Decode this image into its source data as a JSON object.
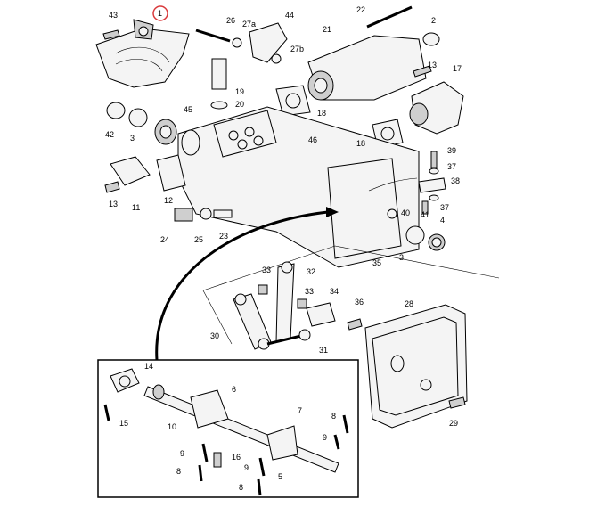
{
  "labels": [
    {
      "id": "43",
      "text": "43"
    },
    {
      "id": "1",
      "text": "1"
    },
    {
      "id": "26",
      "text": "26"
    },
    {
      "id": "27a",
      "text": "27a"
    },
    {
      "id": "44",
      "text": "44"
    },
    {
      "id": "27b",
      "text": "27b"
    },
    {
      "id": "22",
      "text": "22"
    },
    {
      "id": "2",
      "text": "2"
    },
    {
      "id": "21",
      "text": "21"
    },
    {
      "id": "13a",
      "text": "13"
    },
    {
      "id": "17",
      "text": "17"
    },
    {
      "id": "19",
      "text": "19"
    },
    {
      "id": "20",
      "text": "20"
    },
    {
      "id": "45",
      "text": "45"
    },
    {
      "id": "18a",
      "text": "18"
    },
    {
      "id": "42",
      "text": "42"
    },
    {
      "id": "3a",
      "text": "3"
    },
    {
      "id": "46",
      "text": "46"
    },
    {
      "id": "18b",
      "text": "18"
    },
    {
      "id": "39",
      "text": "39"
    },
    {
      "id": "37a",
      "text": "37"
    },
    {
      "id": "38",
      "text": "38"
    },
    {
      "id": "37b",
      "text": "37"
    },
    {
      "id": "41",
      "text": "41"
    },
    {
      "id": "40",
      "text": "40"
    },
    {
      "id": "4",
      "text": "4"
    },
    {
      "id": "13b",
      "text": "13"
    },
    {
      "id": "11",
      "text": "11"
    },
    {
      "id": "12",
      "text": "12"
    },
    {
      "id": "24",
      "text": "24"
    },
    {
      "id": "25",
      "text": "25"
    },
    {
      "id": "23",
      "text": "23"
    },
    {
      "id": "35",
      "text": "35"
    },
    {
      "id": "3b",
      "text": "3"
    },
    {
      "id": "33a",
      "text": "33"
    },
    {
      "id": "32",
      "text": "32"
    },
    {
      "id": "33b",
      "text": "33"
    },
    {
      "id": "34",
      "text": "34"
    },
    {
      "id": "36",
      "text": "36"
    },
    {
      "id": "28",
      "text": "28"
    },
    {
      "id": "30",
      "text": "30"
    },
    {
      "id": "31",
      "text": "31"
    },
    {
      "id": "14",
      "text": "14"
    },
    {
      "id": "6",
      "text": "6"
    },
    {
      "id": "15",
      "text": "15"
    },
    {
      "id": "10",
      "text": "10"
    },
    {
      "id": "7",
      "text": "7"
    },
    {
      "id": "8a",
      "text": "8"
    },
    {
      "id": "9a",
      "text": "9"
    },
    {
      "id": "9b",
      "text": "9"
    },
    {
      "id": "16",
      "text": "16"
    },
    {
      "id": "9c",
      "text": "9"
    },
    {
      "id": "8b",
      "text": "8"
    },
    {
      "id": "8c",
      "text": "8"
    },
    {
      "id": "5",
      "text": "5"
    },
    {
      "id": "29",
      "text": "29"
    }
  ],
  "highlight": {
    "label": "1",
    "color": "#d9393b"
  }
}
